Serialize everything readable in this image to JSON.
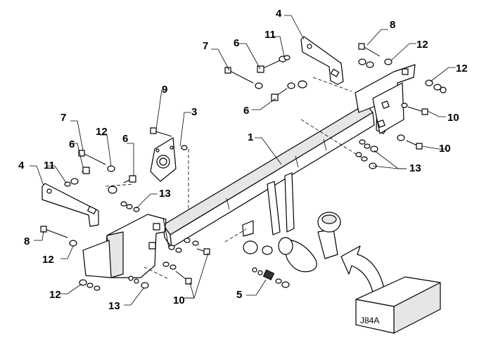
{
  "diagram": {
    "callouts": {
      "c1": "1",
      "c3": "3",
      "c4_top": "4",
      "c4_left": "4",
      "c5": "5",
      "c6_top": "6",
      "c6_mid": "6",
      "c6_left": "6",
      "c6_left2": "6",
      "c7_top": "7",
      "c7_left": "7",
      "c8_top": "8",
      "c8_left": "8",
      "c9": "9",
      "c10_a": "10",
      "c10_b": "10",
      "c10_bottom": "10",
      "c11_top": "11",
      "c11_left": "11",
      "c12_a": "12",
      "c12_b": "12",
      "c12_left": "12",
      "c12_left2": "12",
      "c12_bottom": "12",
      "c13_right": "13",
      "c13_left": "13",
      "c13_bottom": "13"
    },
    "box_label": "J84A"
  }
}
